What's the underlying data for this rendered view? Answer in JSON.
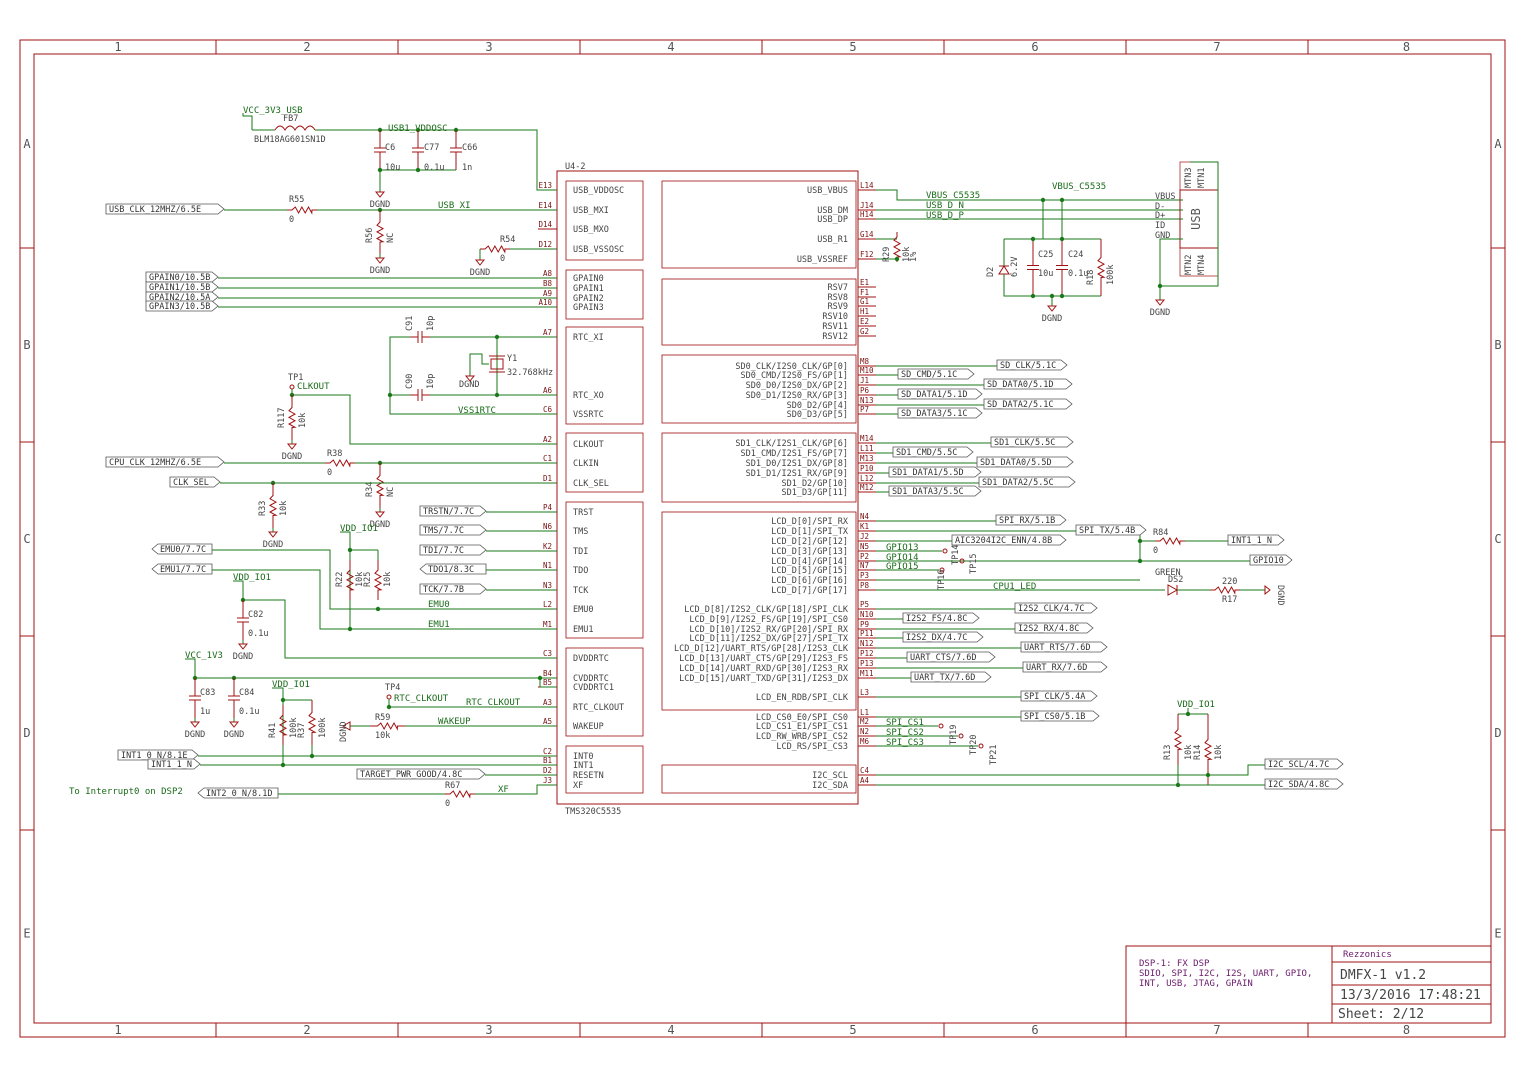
{
  "frame": {
    "columns": [
      "1",
      "2",
      "3",
      "4",
      "5",
      "6",
      "7",
      "8"
    ],
    "rows": [
      "A",
      "B",
      "C",
      "D",
      "E"
    ]
  },
  "title_block": {
    "description": [
      "DSP-1: FX DSP",
      "SDIO, SPI, I2C, I2S, UART, GPIO,",
      "INT, USB, JTAG, GPAIN"
    ],
    "company": "Rezzonics",
    "project": "DMFX-1  v1.2",
    "date": "13/3/2016 17:48:21",
    "sheet": "Sheet: 2/12"
  },
  "ic": {
    "ref": "U4-2",
    "part": "TMS320C5535",
    "left_pins": [
      {
        "num": "E13",
        "name": "USB_VDDOSC"
      },
      {
        "num": "E14",
        "name": "USB_MXI"
      },
      {
        "num": "D14",
        "name": "USB_MXO"
      },
      {
        "num": "D12",
        "name": "USB_VSSOSC"
      },
      {
        "num": "A8",
        "name": "GPAIN0"
      },
      {
        "num": "B8",
        "name": "GPAIN1"
      },
      {
        "num": "A9",
        "name": "GPAIN2"
      },
      {
        "num": "A10",
        "name": "GPAIN3"
      },
      {
        "num": "A7",
        "name": "RTC_XI"
      },
      {
        "num": "A6",
        "name": "RTC_XO"
      },
      {
        "num": "C6",
        "name": "VSSRTC"
      },
      {
        "num": "A2",
        "name": "CLKOUT"
      },
      {
        "num": "C1",
        "name": "CLKIN"
      },
      {
        "num": "D1",
        "name": "CLK_SEL"
      },
      {
        "num": "P4",
        "name": "TRST"
      },
      {
        "num": "N6",
        "name": "TMS"
      },
      {
        "num": "K2",
        "name": "TDI"
      },
      {
        "num": "N1",
        "name": "TDO"
      },
      {
        "num": "N3",
        "name": "TCK"
      },
      {
        "num": "L2",
        "name": "EMU0"
      },
      {
        "num": "M1",
        "name": "EMU1"
      },
      {
        "num": "C3",
        "name": "DVDDRTC"
      },
      {
        "num": "B4",
        "name": "CVDDRTC"
      },
      {
        "num": "B5",
        "name": "CVDDRTC1"
      },
      {
        "num": "A3",
        "name": "RTC_CLKOUT"
      },
      {
        "num": "A5",
        "name": "WAKEUP"
      },
      {
        "num": "C2",
        "name": "INT0"
      },
      {
        "num": "B1",
        "name": "INT1"
      },
      {
        "num": "D2",
        "name": "RESETN"
      },
      {
        "num": "J3",
        "name": "XF"
      }
    ],
    "right_pins": [
      {
        "num": "L14",
        "name": "USB_VBUS"
      },
      {
        "num": "J14",
        "name": "USB_DM"
      },
      {
        "num": "H14",
        "name": "USB_DP"
      },
      {
        "num": "G14",
        "name": "USB_R1"
      },
      {
        "num": "F12",
        "name": "USB_VSSREF"
      },
      {
        "num": "E1",
        "name": "RSV7"
      },
      {
        "num": "F1",
        "name": "RSV8"
      },
      {
        "num": "G1",
        "name": "RSV9"
      },
      {
        "num": "H1",
        "name": "RSV10"
      },
      {
        "num": "E2",
        "name": "RSV11"
      },
      {
        "num": "G2",
        "name": "RSV12"
      },
      {
        "num": "M8",
        "name": "SD0_CLK/I2S0_CLK/GP[0]"
      },
      {
        "num": "M10",
        "name": "SD0_CMD/I2S0_FS/GP[1]"
      },
      {
        "num": "J1",
        "name": "SD0_D0/I2S0_DX/GP[2]"
      },
      {
        "num": "P6",
        "name": "SD0_D1/I2S0_RX/GP[3]"
      },
      {
        "num": "N13",
        "name": "SD0_D2/GP[4]"
      },
      {
        "num": "P7",
        "name": "SD0_D3/GP[5]"
      },
      {
        "num": "M14",
        "name": "SD1_CLK/I2S1_CLK/GP[6]"
      },
      {
        "num": "L11",
        "name": "SD1_CMD/I2S1_FS/GP[7]"
      },
      {
        "num": "M13",
        "name": "SD1_D0/I2S1_DX/GP[8]"
      },
      {
        "num": "P10",
        "name": "SD1_D1/I2S1_RX/GP[9]"
      },
      {
        "num": "L12",
        "name": "SD1_D2/GP[10]"
      },
      {
        "num": "M12",
        "name": "SD1_D3/GP[11]"
      },
      {
        "num": "N4",
        "name": "LCD_D[0]/SPI_RX"
      },
      {
        "num": "K1",
        "name": "LCD_D[1]/SPI_TX"
      },
      {
        "num": "J2",
        "name": "LCD_D[2]/GP[12]"
      },
      {
        "num": "N5",
        "name": "LCD_D[3]/GP[13]"
      },
      {
        "num": "P2",
        "name": "LCD_D[4]/GP[14]"
      },
      {
        "num": "N7",
        "name": "LCD_D[5]/GP[15]"
      },
      {
        "num": "P3",
        "name": "LCD_D[6]/GP[16]"
      },
      {
        "num": "P8",
        "name": "LCD_D[7]/GP[17]"
      },
      {
        "num": "P5",
        "name": "LCD_D[8]/I2S2_CLK/GP[18]/SPI_CLK"
      },
      {
        "num": "N10",
        "name": "LCD_D[9]/I2S2_FS/GP[19]/SPI_CS0"
      },
      {
        "num": "P9",
        "name": "LCD_D[10]/I2S2_RX/GP[20]/SPI_RX"
      },
      {
        "num": "P11",
        "name": "LCD_D[11]/I2S2_DX/GP[27]/SPI_TX"
      },
      {
        "num": "N12",
        "name": "LCD_D[12]/UART_RTS/GP[28]/I2S3_CLK"
      },
      {
        "num": "P12",
        "name": "LCD_D[13]/UART_CTS/GP[29]/I2S3_FS"
      },
      {
        "num": "P13",
        "name": "LCD_D[14]/UART_RXD/GP[30]/I2S3_RX"
      },
      {
        "num": "M11",
        "name": "LCD_D[15]/UART_TXD/GP[31]/I2S3_DX"
      },
      {
        "num": "L3",
        "name": "LCD_EN_RDB/SPI_CLK"
      },
      {
        "num": "L1",
        "name": "LCD_CS0_E0/SPI_CS0"
      },
      {
        "num": "M2",
        "name": "LCD_CS1_E1/SPI_CS1"
      },
      {
        "num": "N2",
        "name": "LCD_RW_WRB/SPI_CS2"
      },
      {
        "num": "M6",
        "name": "LCD_RS/SPI_CS3"
      },
      {
        "num": "C4",
        "name": "I2C_SCL"
      },
      {
        "num": "A4",
        "name": "I2C_SDA"
      }
    ]
  },
  "labels": {
    "usb_clk": "USB_CLK_12MHZ/6.5E",
    "gpain": [
      "GPAIN0/10.5B",
      "GPAIN1/10.5B",
      "GPAIN2/10.5A",
      "GPAIN3/10.5B"
    ],
    "cpu_clk": "CPU_CLK_12MHZ/6.5E",
    "clk_sel": "CLK_SEL",
    "trstn": "TRSTN/7.7C",
    "tms": "TMS/7.7C",
    "tdi": "TDI/7.7C",
    "tdo": "TDO1/8.3C",
    "tck": "TCK/7.7B",
    "emu0": "EMU0/7.7C",
    "emu1": "EMU1/7.7C",
    "int1_0": "INT1_0_N/8.1E",
    "int1_1": "INT1_1_N",
    "target_pwr": "TARGET_PWR_GOOD/4.8C",
    "int2": "INT2_0_N/8.1D",
    "to_int": "To Interrupt0 on DSP2",
    "sd0": [
      "SD_CLK/5.1C",
      "SD_CMD/5.1C",
      "SD_DATA0/5.1D",
      "SD_DATA1/5.1D",
      "SD_DATA2/5.1C",
      "SD_DATA3/5.1C"
    ],
    "sd1": [
      "SD1_CLK/5.5C",
      "SD1_CMD/5.5C",
      "SD1_DATA0/5.5D",
      "SD1_DATA1/5.5D",
      "SD1_DATA2/5.5C",
      "SD1_DATA3/5.5C"
    ],
    "spi_rx": "SPI_RX/5.1B",
    "spi_tx": "SPI_TX/5.4B",
    "aic": "AIC3204I2C_ENN/4.8B",
    "int1_1_n": "INT1_1_N",
    "gpio10": "GPIO10",
    "i2s2": [
      "I2S2_CLK/4.7C",
      "I2S2_FS/4.8C",
      "I2S2_RX/4.8C",
      "I2S2_DX/4.7C"
    ],
    "uart": [
      "UART_RTS/7.6D",
      "UART_CTS/7.6D",
      "UART_RX/7.6D",
      "UART_TX/7.6D"
    ],
    "spi_clk": "SPI_CLK/5.4A",
    "spi_cs0": "SPI_CS0/5.1B",
    "i2c_scl": "I2C_SCL/4.7C",
    "i2c_sda": "I2C_SDA/4.8C"
  },
  "nets": {
    "vcc_usb": "VCC_3V3_USB",
    "usb_vddosc": "USB1_VDDOSC",
    "usb_xi": "USB_XI",
    "dgnd": "DGND",
    "vbus": "VBUS_C5535",
    "usb_dn": "USB_D_N",
    "usb_dp": "USB_D_P",
    "vssrtc": "VSS1RTC",
    "clkout": "CLKOUT",
    "vdd_io1": "VDD_IO1",
    "vcc_1v3": "VCC_1V3",
    "emu0": "EMU0",
    "emu1": "EMU1",
    "rtc_clkout": "RTC_CLKOUT",
    "wakeup": "WAKEUP",
    "xf": "XF",
    "gpio13": "GPIO13",
    "gpio14": "GPIO14",
    "gpio15": "GPIO15",
    "cpu1_led": "CPU1_LED",
    "spi_cs": [
      "SPI_CS1",
      "SPI_CS2",
      "SPI_CS3"
    ],
    "green": "GREEN"
  },
  "parts": {
    "fb7": [
      "FB7",
      "BLM18AG601SN1D"
    ],
    "c6": [
      "C6",
      "10u"
    ],
    "c77": [
      "C77",
      "0.1u"
    ],
    "c66": [
      "C66",
      "1n"
    ],
    "r55": [
      "R55",
      "0"
    ],
    "r56": [
      "R56",
      "NC"
    ],
    "r54": [
      "R54",
      "0"
    ],
    "c91": [
      "C91",
      "10p"
    ],
    "c90": [
      "C90",
      "10p"
    ],
    "y1": [
      "Y1",
      "32.768kHz"
    ],
    "tp1": "TP1",
    "r117": [
      "R117",
      "10k"
    ],
    "r38": [
      "R38",
      "0"
    ],
    "r34": [
      "R34",
      "NC"
    ],
    "r33": [
      "R33",
      "10k"
    ],
    "r22": [
      "R22",
      "10k"
    ],
    "r25": [
      "R25",
      "10k"
    ],
    "c82": [
      "C82",
      "0.1u"
    ],
    "c83": [
      "C83",
      "1u"
    ],
    "c84": [
      "C84",
      "0.1u"
    ],
    "r41": [
      "R41",
      "100k"
    ],
    "r37": [
      "R37",
      "100k"
    ],
    "tp4": "TP4",
    "r59": [
      "R59",
      "10k"
    ],
    "r67": [
      "R67",
      "0"
    ],
    "r29": [
      "R29",
      "10k",
      "1%"
    ],
    "d2": [
      "D2",
      "6.2V"
    ],
    "c25": [
      "C25",
      "10u"
    ],
    "c24": [
      "C24",
      "0.1u"
    ],
    "r18": [
      "R18",
      "100k"
    ],
    "usb": {
      "name": "USB",
      "pins": [
        "VBUS",
        "D-",
        "D+",
        "ID",
        "GND"
      ],
      "mtn": [
        "MTN3",
        "MTN1",
        "MTN2",
        "MTN4"
      ]
    },
    "r84": [
      "R84",
      "0"
    ],
    "ds2": "DS2",
    "r17": [
      "R17",
      "220"
    ],
    "tp16": "TP16",
    "tp14": "TP14",
    "tp15": "TP15",
    "tp19": "TP19",
    "tp20": "TP20",
    "tp21": "TP21",
    "r13": [
      "R13",
      "10k"
    ],
    "r14": [
      "R14",
      "10k"
    ]
  }
}
